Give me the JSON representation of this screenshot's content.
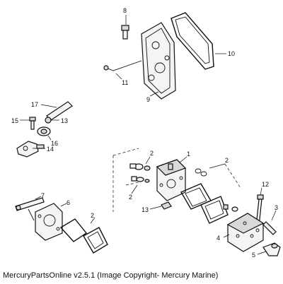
{
  "caption": "MercuryPartsOnline v2.5.1 (Image Copyright- Mercury Marine)",
  "callouts": [
    "8",
    "10",
    "11",
    "9",
    "17",
    "15",
    "13",
    "16",
    "14",
    "2",
    "1",
    "2",
    "2",
    "12",
    "7",
    "6",
    "2",
    "13",
    "3",
    "4",
    "5"
  ]
}
